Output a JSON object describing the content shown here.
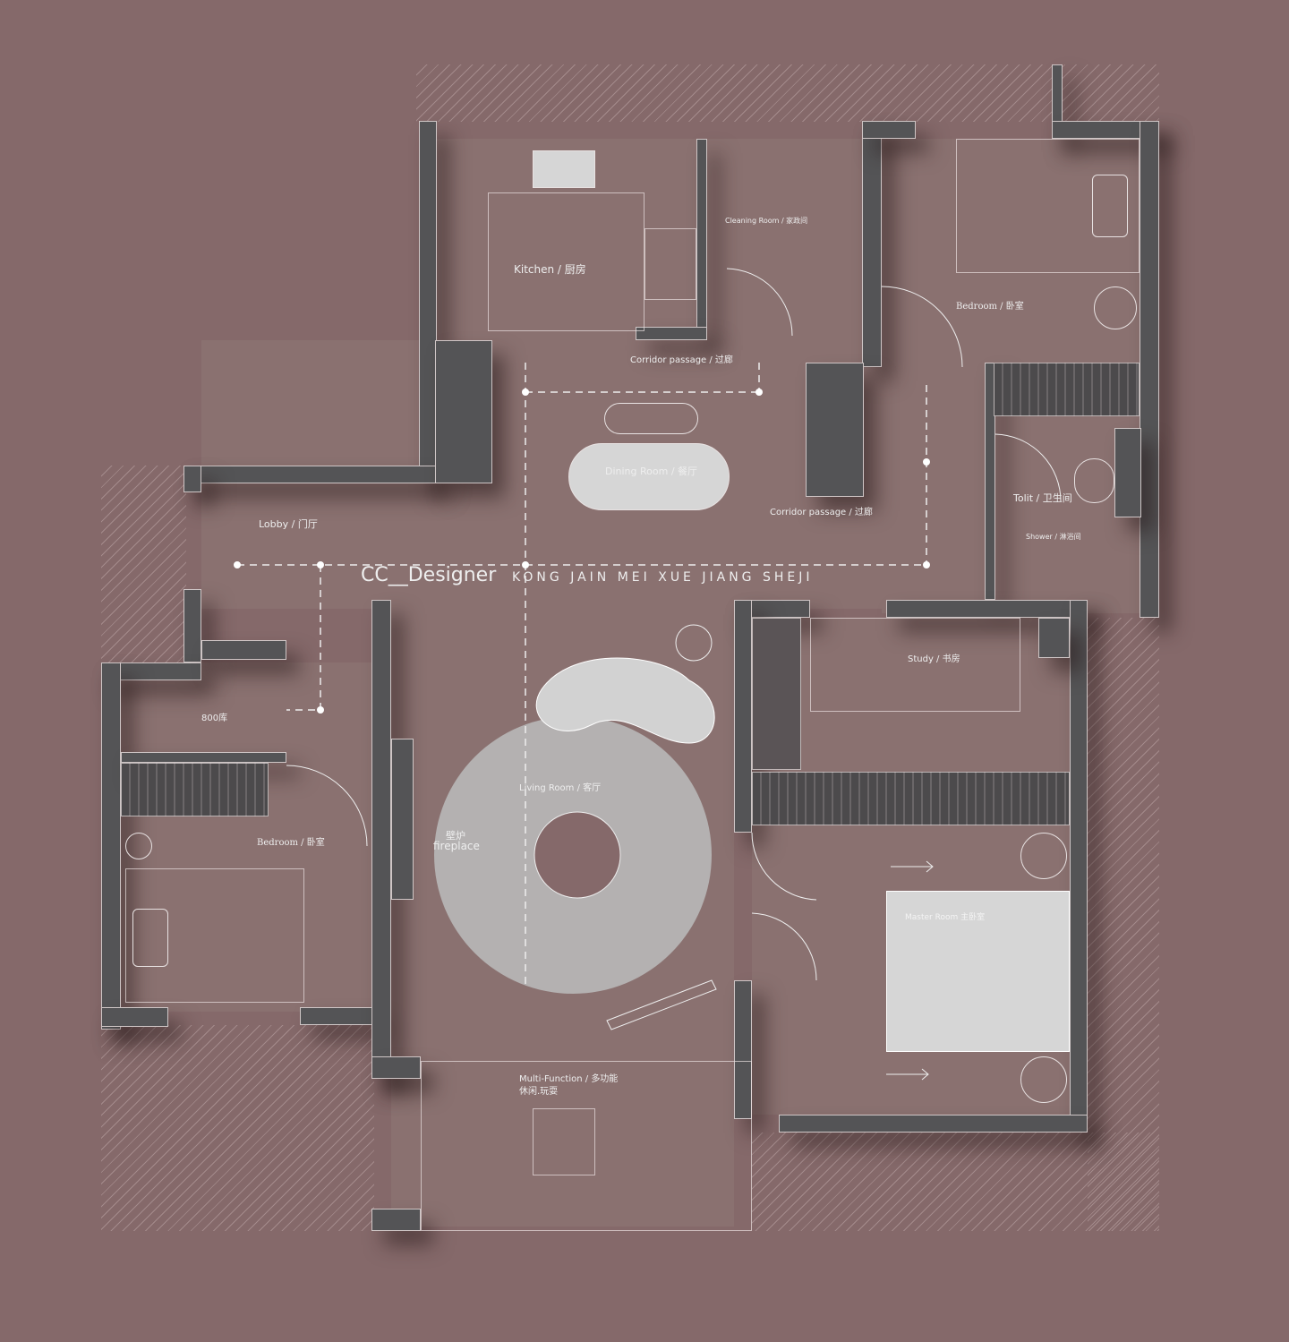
{
  "brand": {
    "designer": "CC__Designer",
    "tagline": "KONG JAIN MEI XUE JIANG SHEJI"
  },
  "rooms": {
    "kitchen": "Kitchen  /  厨房",
    "cleaning_room": "Cleaning Room / 家政间",
    "corridor_top": "Corridor passage / 过廊",
    "corridor_right": "Corridor passage / 过廊",
    "bedroom_ne": "Bedroom  /  卧室",
    "dining": "Dining  Room  /  餐厅",
    "toilet": "Tolit  /  卫生间",
    "shower": "Shower / 淋浴间",
    "lobby": "Lobby   /  门厅",
    "storage": "800库",
    "study": "Study  /  书房",
    "living": "Living Room / 客厅",
    "fireplace_cn": "壁炉",
    "fireplace_en": "fireplace",
    "bedroom_w": "Bedroom  /  卧室",
    "master": "Master Room  主卧室",
    "multi_function": "Multi-Function / 多功能",
    "multi_function_sub": "休闲.玩耍"
  },
  "colors": {
    "background": "#85696a",
    "wall": "#545456",
    "furniture": "#d6d6d6",
    "line": "#ebe1e1"
  }
}
